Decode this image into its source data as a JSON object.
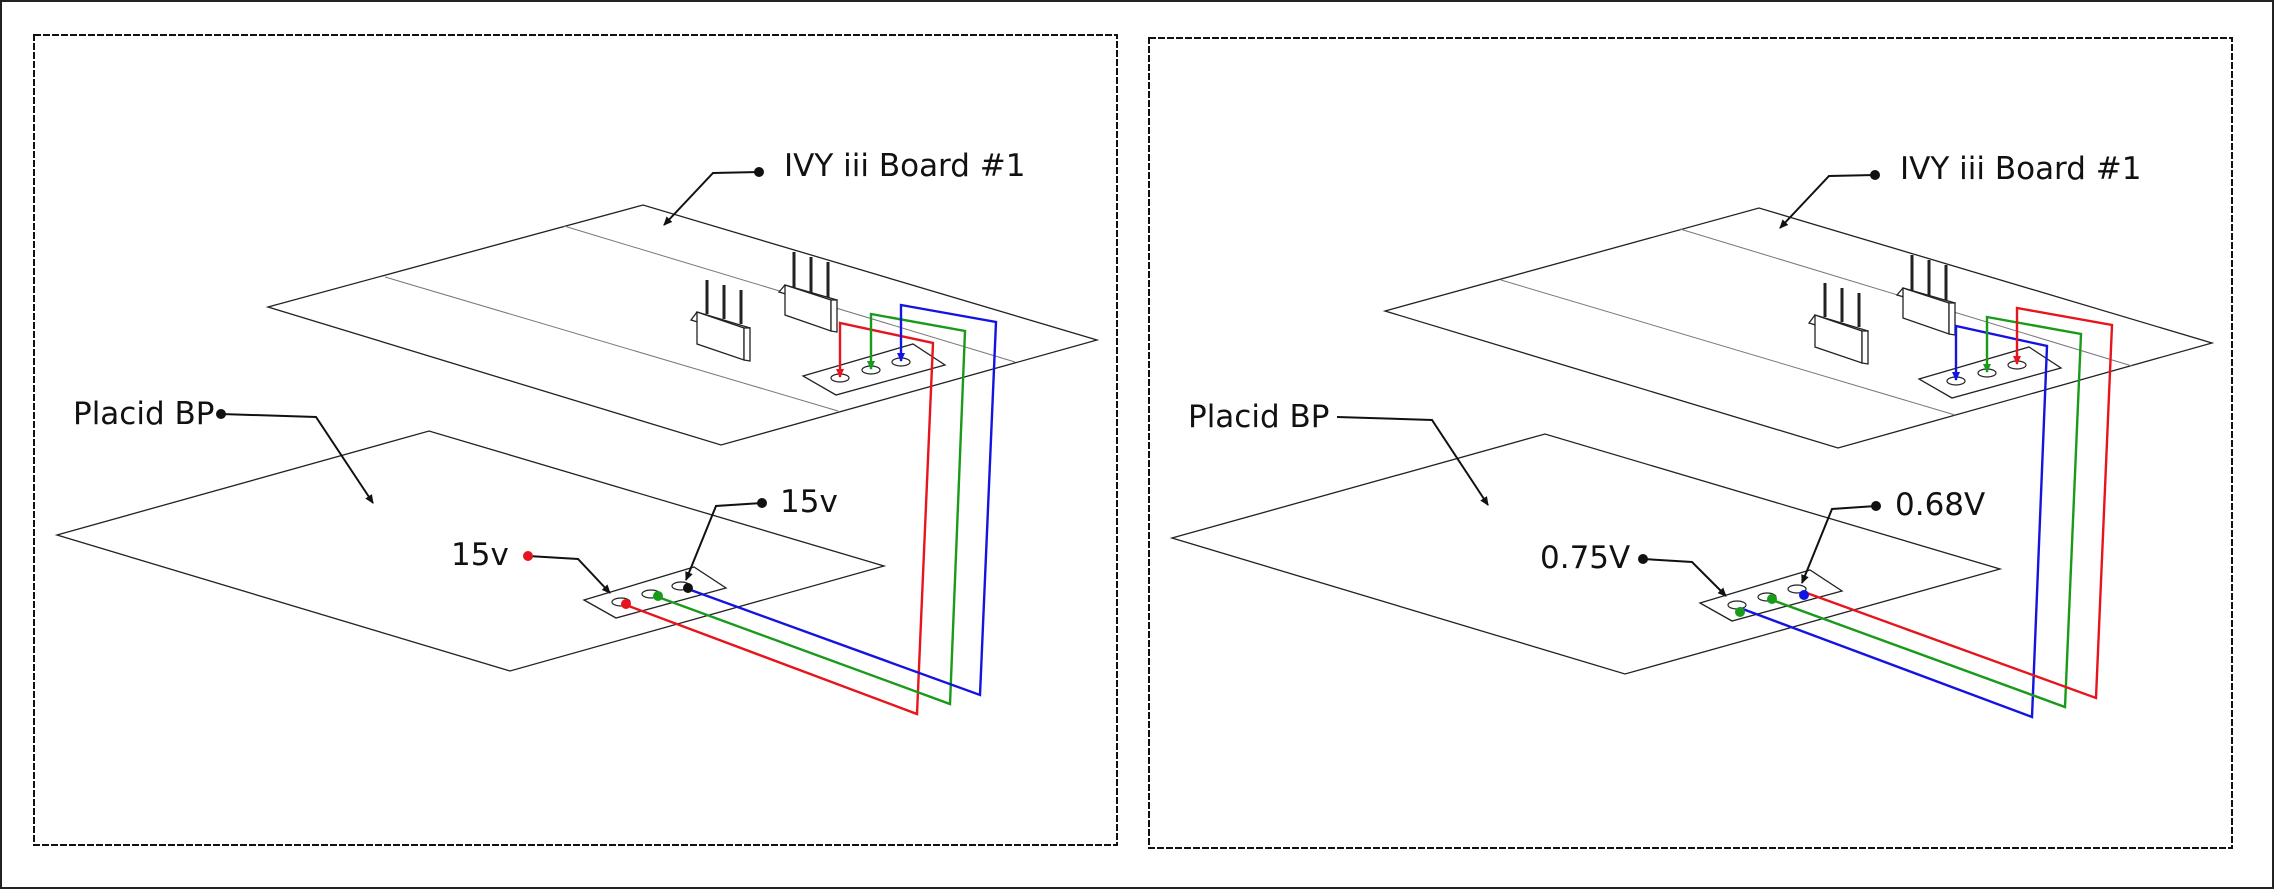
{
  "panels": [
    {
      "board_label": "IVY iii Board #1",
      "bp_label": "Placid BP",
      "left_pin_label": "15v",
      "right_pin_label": "15v"
    },
    {
      "board_label": "IVY iii Board #1",
      "bp_label": "Placid BP",
      "left_pin_label": "0.75V",
      "right_pin_label": "0.68V"
    }
  ],
  "colors": {
    "red": "#e8141b",
    "green": "#1a9a1a",
    "blue": "#1414e0",
    "black": "#111111"
  }
}
